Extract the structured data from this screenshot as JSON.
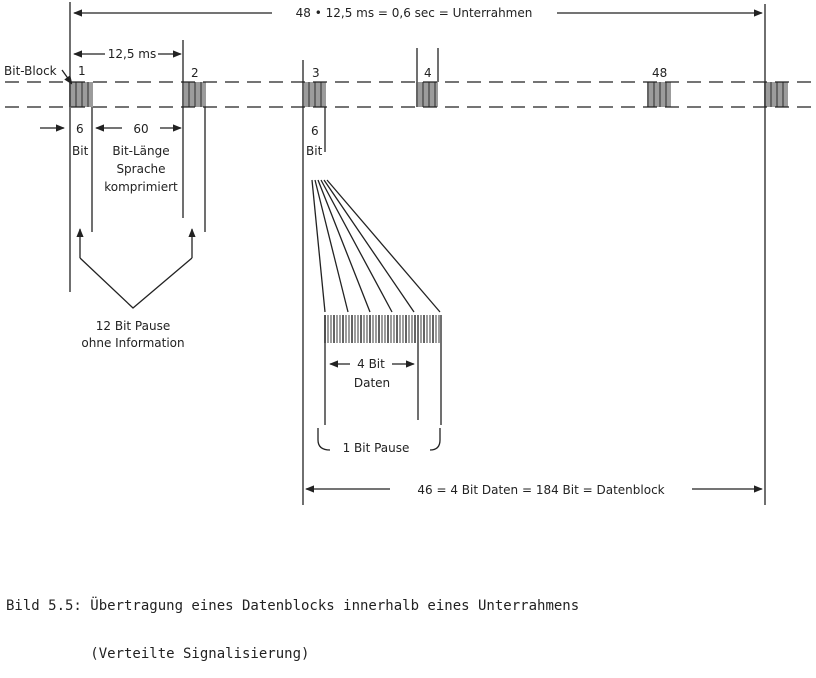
{
  "labels": {
    "top_span": "48 • 12,5 ms = 0,6 sec = Unterrahmen",
    "interval": "12,5 ms",
    "bit_block": "Bit-Block",
    "block_1": "1",
    "block_2": "2",
    "block_3": "3",
    "block_4": "4",
    "block_48": "48",
    "six_a": "6",
    "bit_a": "Bit",
    "sixty": "60",
    "bit_laenge": "Bit-Länge",
    "sprache": "Sprache",
    "komprimiert": "komprimiert",
    "six_b": "6",
    "bit_b": "Bit",
    "pause_12_line1": "12 Bit Pause",
    "pause_12_line2": "ohne Information",
    "four_bit": "4 Bit",
    "daten": "Daten",
    "pause_1": "1 Bit Pause",
    "bottom_span": "46 = 4 Bit Daten = 184 Bit = Datenblock"
  },
  "caption": {
    "line1": "Bild 5.5: Übertragung eines Datenblocks innerhalb eines Unterrahmens",
    "line2": "          (Verteilte Signalisierung)"
  }
}
